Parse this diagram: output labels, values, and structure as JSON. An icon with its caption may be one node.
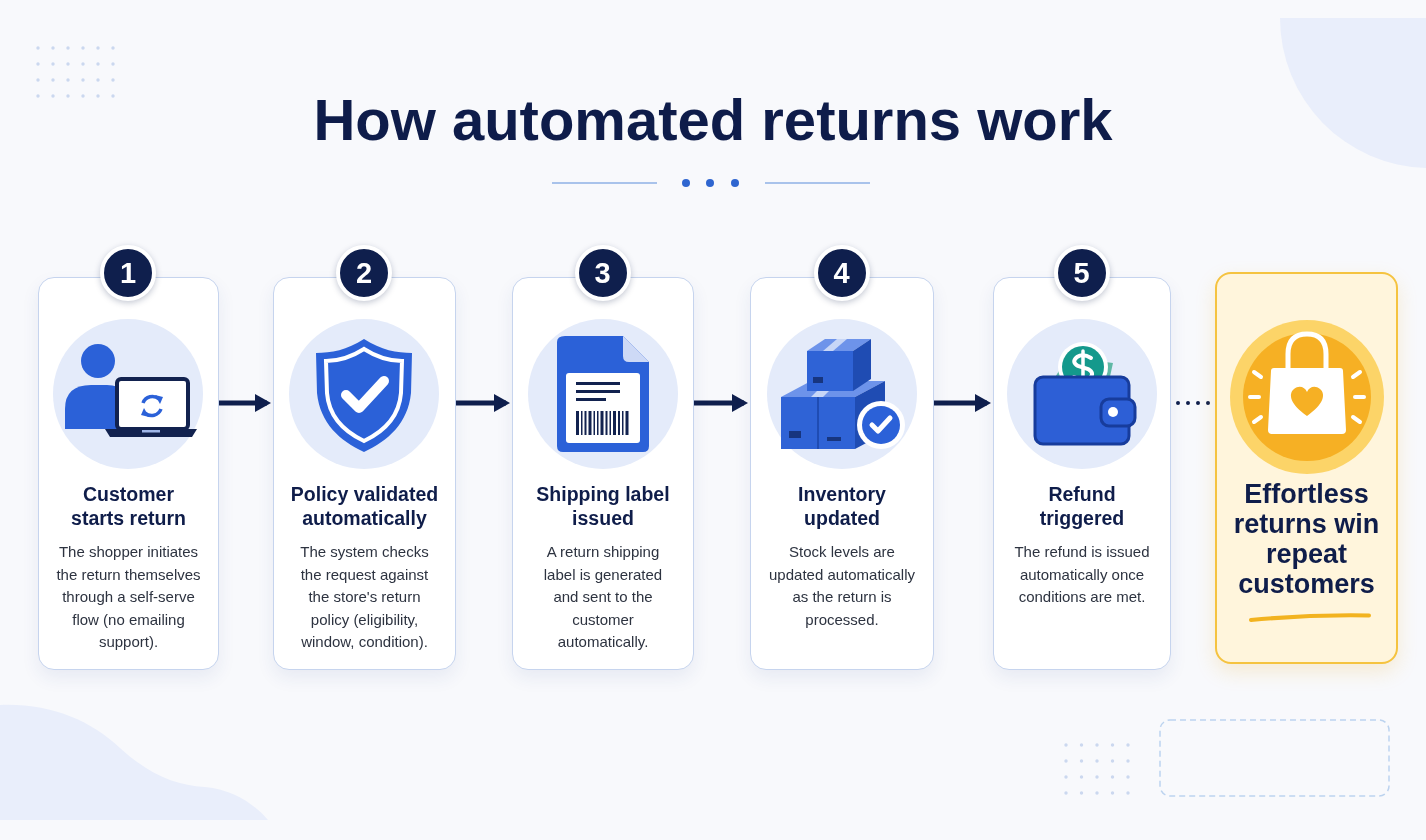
{
  "diagram": {
    "title": "How automated returns work",
    "nodes": [
      {
        "text": [
          "1",
          "Customer starts return",
          "The shopper initiates the return themselves through a self-serve flow (no emailing support)."
        ]
      },
      {
        "text": [
          "2",
          "Policy validated automatically",
          "The system checks the request against the store's return policy (eligibility, window, condition)."
        ]
      },
      {
        "text": [
          "3",
          "Shipping label issued",
          "A return shipping label is generated and sent to the customer automatically."
        ]
      },
      {
        "text": [
          "4",
          "Inventory updated",
          "Stock levels are updated automatically as the return is processed."
        ]
      },
      {
        "text": [
          "5",
          "Refund triggered",
          "The refund is issued automatically once conditions are met."
        ]
      },
      {
        "text": [
          "Effortless returns win repeat customers"
        ]
      }
    ],
    "edges": [
      {
        "from": 0,
        "to": 1,
        "arrow": "to"
      },
      {
        "from": 1,
        "to": 2,
        "arrow": "to"
      },
      {
        "from": 2,
        "to": 3,
        "arrow": "to"
      },
      {
        "from": 3,
        "to": 4,
        "arrow": "to"
      },
      {
        "from": 4,
        "to": 5,
        "arrow": "none",
        "style": "dashed"
      }
    ]
  }
}
